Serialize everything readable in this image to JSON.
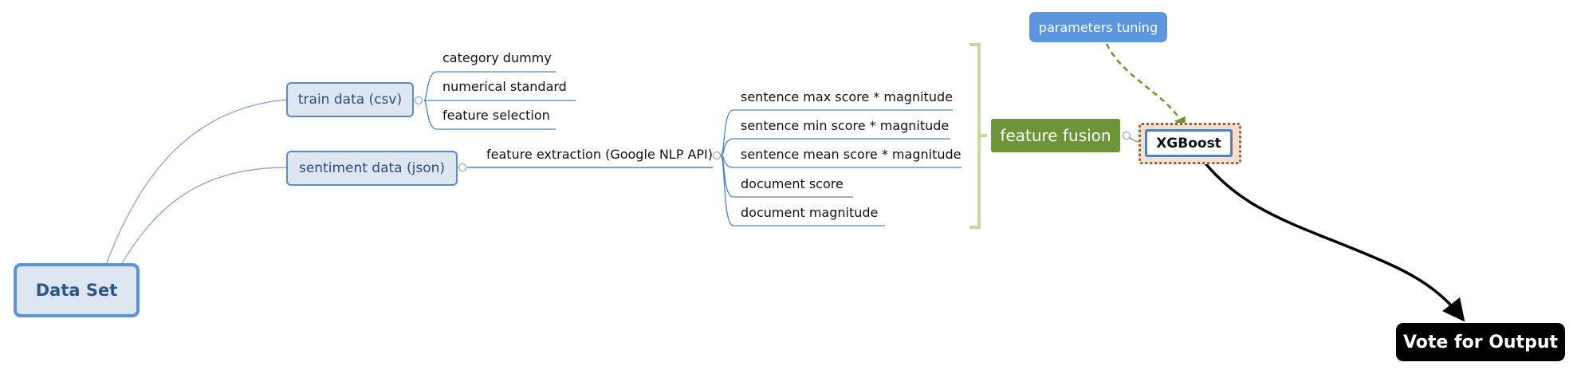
{
  "root": {
    "label": "Data Set"
  },
  "branches": {
    "train": {
      "label": "train data (csv)",
      "leaves": [
        "category dummy",
        "numerical standard",
        "feature selection"
      ]
    },
    "sentiment": {
      "label": "sentiment data (json)",
      "sub_label": "feature extraction (Google NLP API)",
      "leaves": [
        "sentence max score * magnitude",
        "sentence min score * magnitude",
        "sentence mean score * magnitude",
        "document score",
        "document magnitude"
      ]
    }
  },
  "fusion": {
    "label": "feature fusion"
  },
  "params": {
    "label": "parameters tuning"
  },
  "model": {
    "label": "XGBoost"
  },
  "output": {
    "label": "Vote for Output"
  },
  "colors": {
    "root_border": "#5b93d7",
    "branch_fill": "#dde6f1",
    "fusion_fill": "#6d9538",
    "bracket": "#c5d9a3",
    "params_fill": "#5b96de",
    "dashed_arrow": "#6d9538",
    "output_fill": "#000000"
  }
}
